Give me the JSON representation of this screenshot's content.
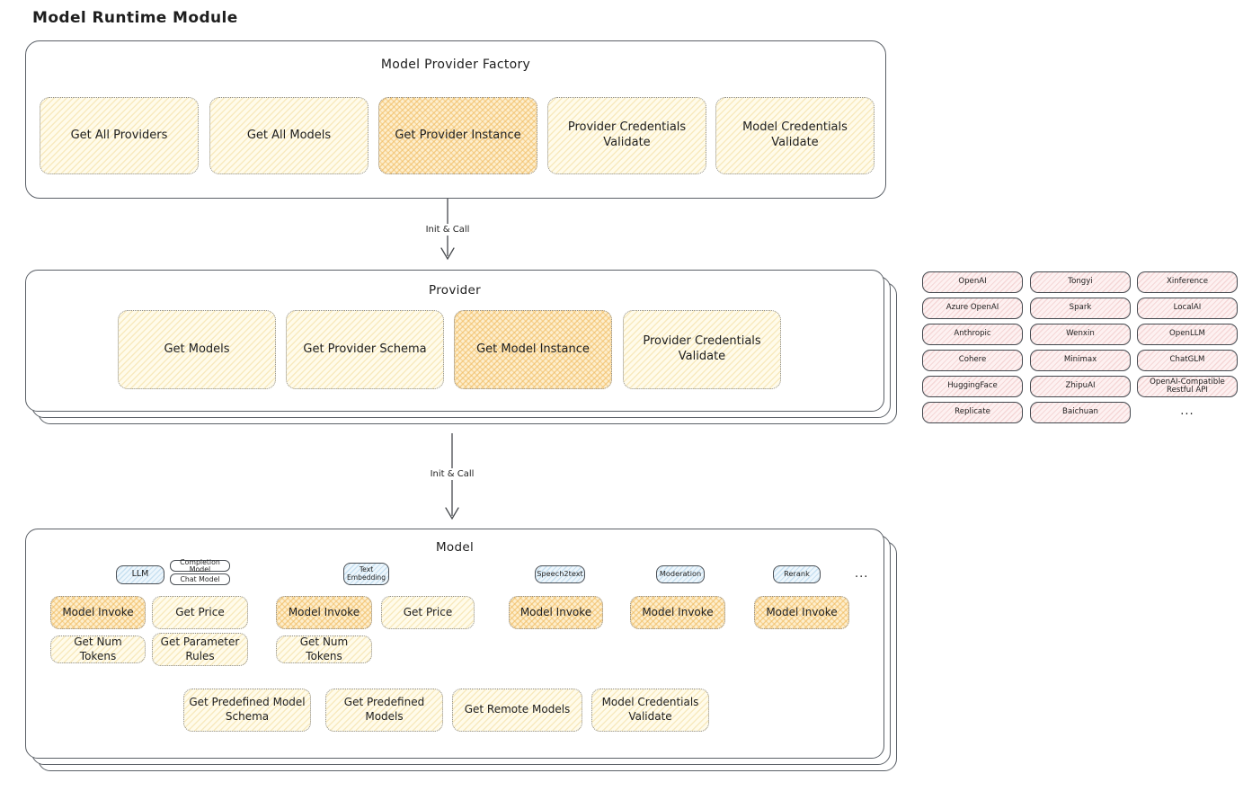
{
  "title": "Model Runtime Module",
  "colors": {
    "yellow_fill": "#fffbea",
    "yellow_hatch": "#f2dc9a",
    "orange_fill": "#fdeecd",
    "orange_hatch": "#f0b95c",
    "pink_fill": "#fdf1f1",
    "pink_hatch": "#eec2c2",
    "blue_fill": "#edf6fc",
    "blue_hatch": "#a8cfe8",
    "ink": "#1e1e1e",
    "box_border": "#5b6067"
  },
  "arrows": {
    "first_label": "Init & Call",
    "second_label": "Init & Call"
  },
  "factory": {
    "title": "Model Provider Factory",
    "buttons": [
      {
        "label": "Get All Providers"
      },
      {
        "label": "Get All Models"
      },
      {
        "label": "Get Provider Instance"
      },
      {
        "label": "Provider Credentials Validate"
      },
      {
        "label": "Model Credentials Validate"
      }
    ]
  },
  "provider": {
    "title": "Provider",
    "buttons": [
      {
        "label": "Get Models"
      },
      {
        "label": "Get Provider Schema"
      },
      {
        "label": "Get Model Instance"
      },
      {
        "label": "Provider Credentials Validate"
      }
    ]
  },
  "providers_grid": {
    "items": [
      "OpenAI",
      "Tongyi",
      "Xinference",
      "Azure OpenAI",
      "Spark",
      "LocalAI",
      "Anthropic",
      "Wenxin",
      "OpenLLM",
      "Cohere",
      "Minimax",
      "ChatGLM",
      "HuggingFace",
      "ZhipuAI",
      "OpenAI-Compatible Restful API",
      "Replicate",
      "Baichuan"
    ],
    "more": "..."
  },
  "model": {
    "title": "Model",
    "types": {
      "llm": "LLM",
      "completion_model": "Completion Model",
      "chat_model": "Chat Model",
      "text_embedding": "Text Embedding",
      "speech2text": "Speech2text",
      "moderation": "Moderation",
      "rerank": "Rerank",
      "more": "..."
    },
    "ops": {
      "model_invoke": "Model Invoke",
      "get_price": "Get Price",
      "get_num_tokens": "Get Num Tokens",
      "get_parameter_rules": "Get Parameter Rules"
    },
    "bottom_buttons": [
      "Get Predefined Model Schema",
      "Get Predefined Models",
      "Get Remote Models",
      "Model Credentials Validate"
    ]
  }
}
